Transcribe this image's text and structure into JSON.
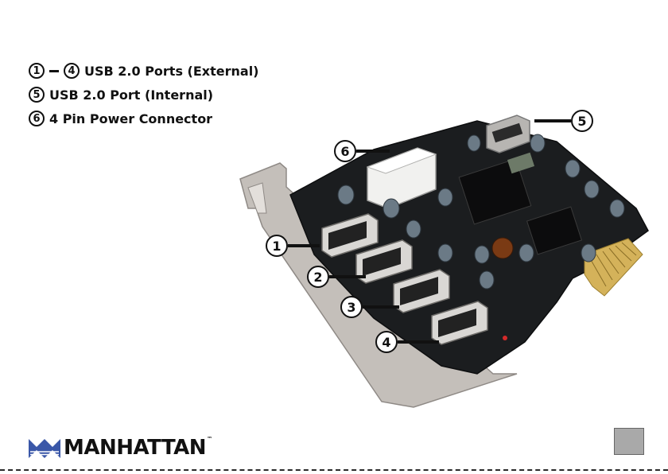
{
  "legend": {
    "items": [
      {
        "nums": [
          "1",
          "4"
        ],
        "text": "USB 2.0 Ports (External)"
      },
      {
        "nums": [
          "5"
        ],
        "text": "USB 2.0 Port (Internal)"
      },
      {
        "nums": [
          "6"
        ],
        "text": "4 Pin Power Connector"
      }
    ]
  },
  "callouts": [
    "1",
    "2",
    "3",
    "4",
    "5",
    "6"
  ],
  "brand": {
    "name": "MANHATTAN",
    "trademark": "™"
  },
  "page": {
    "number": ""
  },
  "colors": {
    "pcb": "#1b1d1f",
    "bracket": "#c4bfba",
    "gold": "#d4b25a",
    "logo_blue": "#3a57a8"
  }
}
